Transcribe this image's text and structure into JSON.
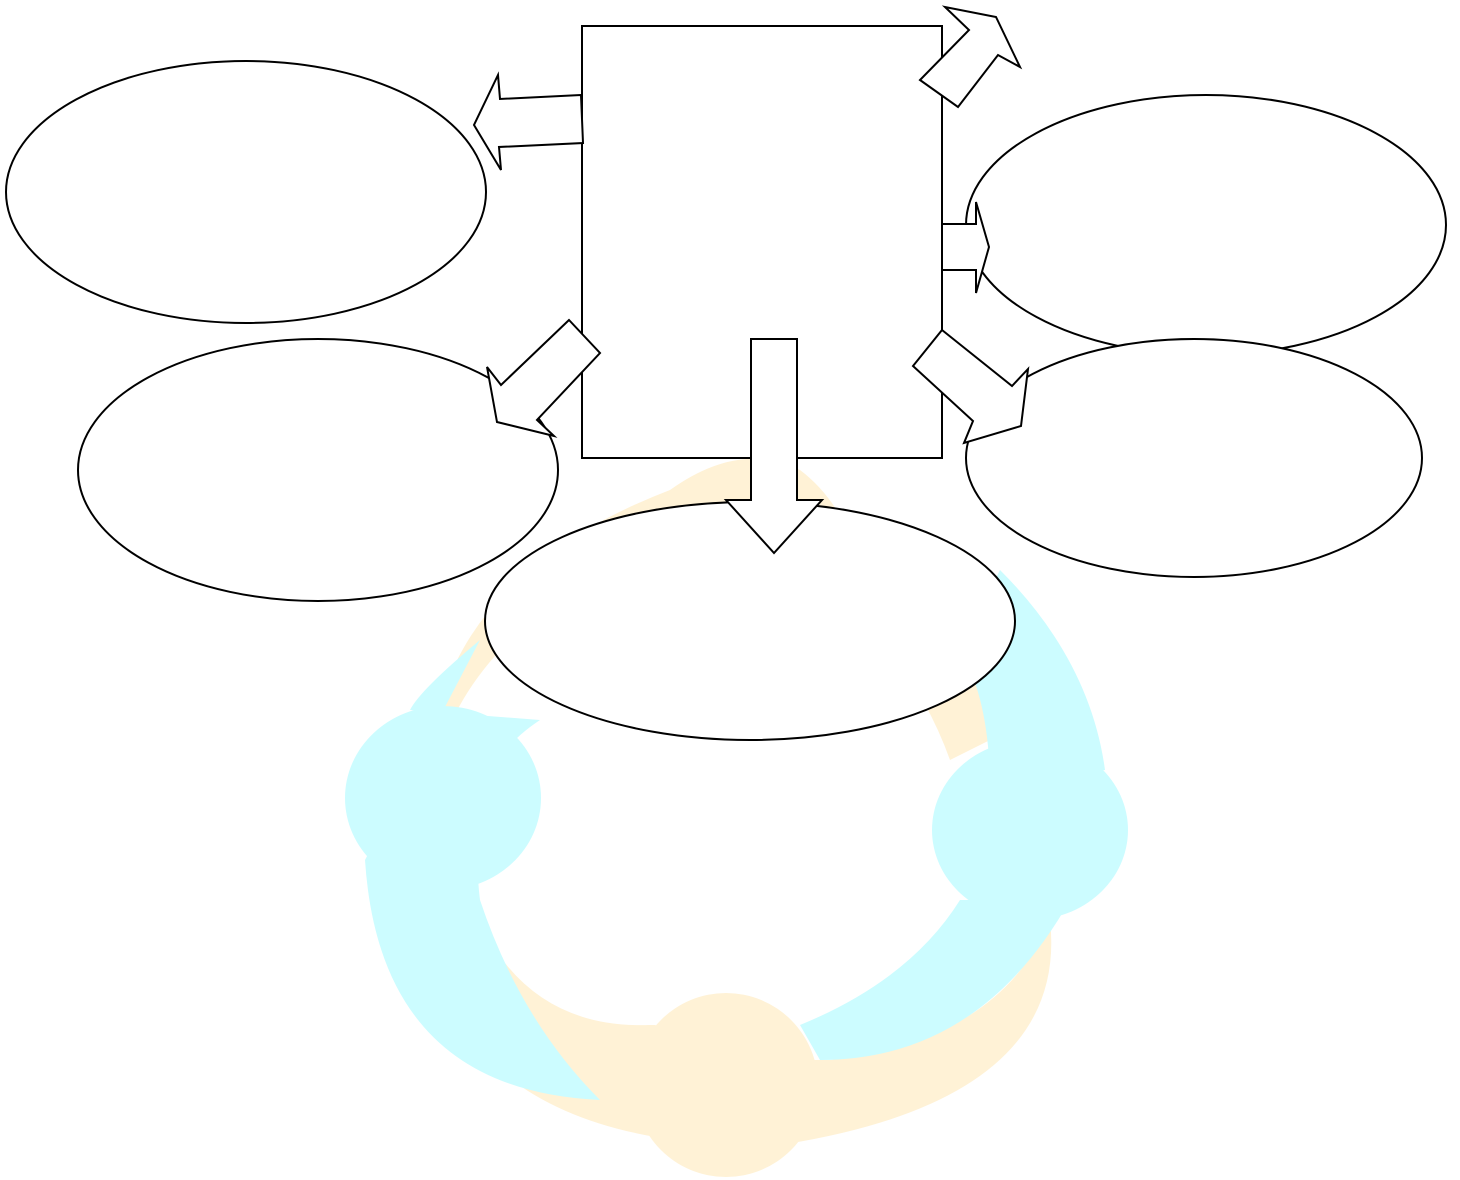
{
  "diagram": {
    "background_colors": {
      "ring_peach": "#FFF2D6",
      "ring_cyan": "#CCFCFF",
      "outline": "#000000",
      "fill": "#FFFFFF"
    },
    "nodes": [
      {
        "id": "center-box",
        "shape": "rectangle",
        "text": ""
      },
      {
        "id": "top-left-ellipse",
        "shape": "ellipse",
        "text": ""
      },
      {
        "id": "mid-left-ellipse",
        "shape": "ellipse",
        "text": ""
      },
      {
        "id": "top-right-ellipse",
        "shape": "ellipse",
        "text": ""
      },
      {
        "id": "mid-right-ellipse",
        "shape": "ellipse",
        "text": ""
      },
      {
        "id": "bottom-center-ellipse",
        "shape": "ellipse",
        "text": ""
      }
    ],
    "arrows": [
      {
        "from": "center-box",
        "to": "top-left-ellipse"
      },
      {
        "from": "center-box",
        "to": "mid-left-ellipse"
      },
      {
        "from": "center-box",
        "to": "bottom-center-ellipse"
      },
      {
        "from": "center-box",
        "to": "top-right-ellipse"
      },
      {
        "from": "center-box",
        "to": "mid-right-ellipse"
      },
      {
        "from": "center-box",
        "to": "outside-top-right"
      }
    ]
  }
}
